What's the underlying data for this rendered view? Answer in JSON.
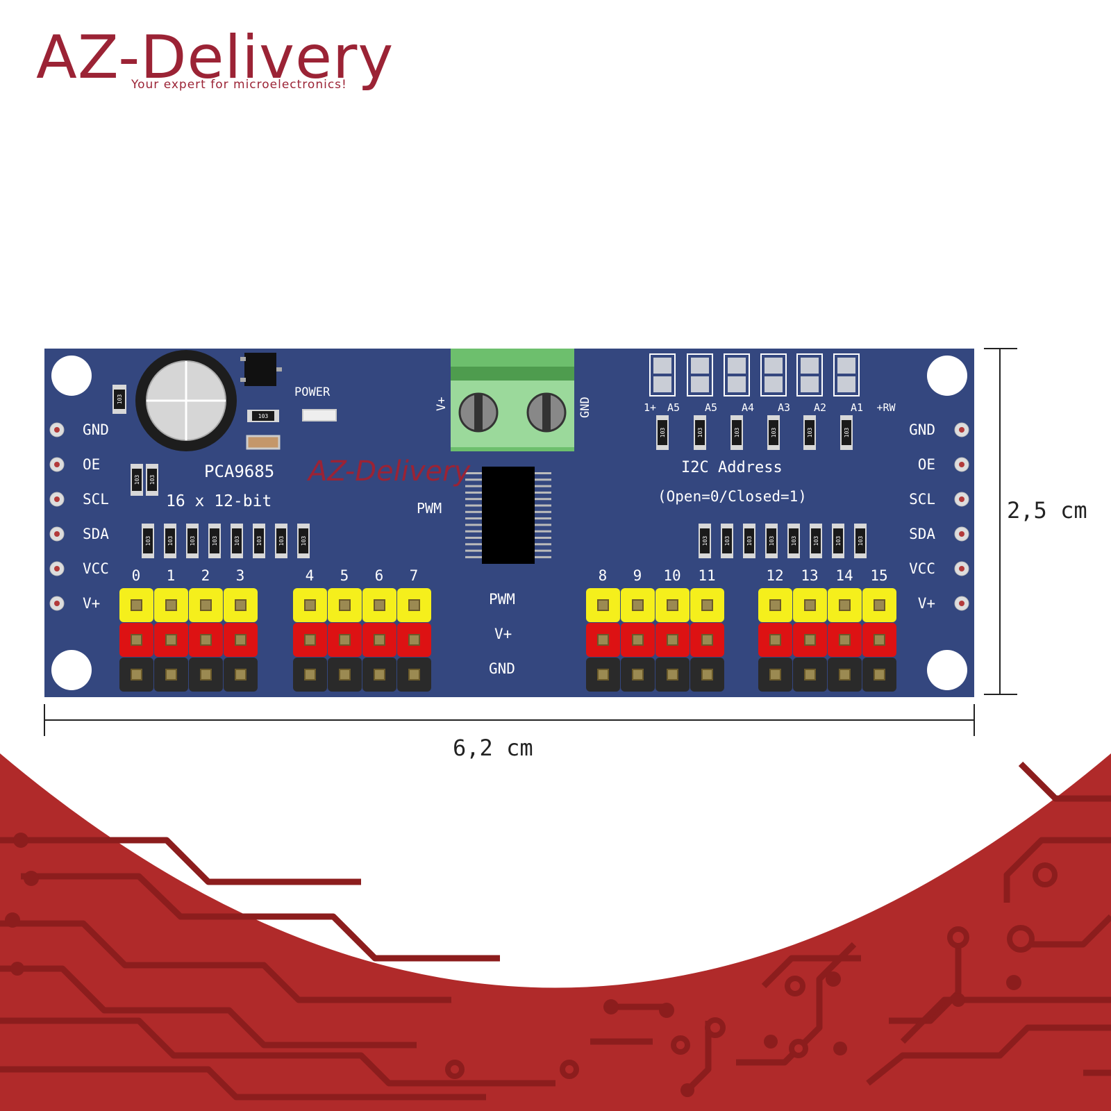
{
  "brand": {
    "name": "AZ-Delivery",
    "tagline": "Your expert for microelectronics!",
    "color": "#9b2335"
  },
  "board": {
    "chip_label": "PCA9685",
    "resolution_label": "16 x 12-bit",
    "power_label": "POWER",
    "terminal_vplus": "V+",
    "terminal_gnd": "GND",
    "pwm_label": "PWM",
    "i2c_title": "I2C Address",
    "i2c_subtitle": "(Open=0/Closed=1)",
    "addr_pads": [
      "1+",
      "A5",
      "A5",
      "A4",
      "A3",
      "A2",
      "A1",
      "+RW"
    ],
    "resistor_code": "103",
    "board_brand": "AZ-Delivery",
    "left_pins": [
      "GND",
      "OE",
      "SCL",
      "SDA",
      "VCC",
      "V+"
    ],
    "right_pins": [
      "GND",
      "OE",
      "SCL",
      "SDA",
      "VCC",
      "V+"
    ],
    "channels": [
      "0",
      "1",
      "2",
      "3",
      "4",
      "5",
      "6",
      "7",
      "8",
      "9",
      "10",
      "11",
      "12",
      "13",
      "14",
      "15"
    ],
    "header_rows": [
      "PWM",
      "V+",
      "GND"
    ],
    "colors": {
      "pcb": "#34477f",
      "signal_header": "#f5ef1c",
      "power_header": "#dd1213",
      "ground_header": "#2a2a2a",
      "terminal_block": "#6dbf6d"
    }
  },
  "dimensions": {
    "width": "6,2 cm",
    "height": "2,5 cm"
  },
  "background": {
    "accent": "#b02a2a"
  }
}
